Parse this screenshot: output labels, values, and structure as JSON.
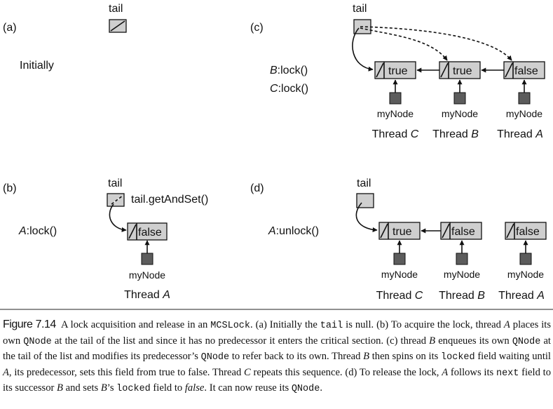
{
  "labels": {
    "tail": "tail",
    "true": "true",
    "false": "false",
    "slash": "/",
    "my_node": "myNode",
    "thread": "Thread",
    "tail_get_and_set": "tail.getAndSet()"
  },
  "panels": {
    "a": {
      "letter": "(a)",
      "description": "Initially"
    },
    "b": {
      "letter": "(b)",
      "thread": "A",
      "call": ":lock()",
      "node_flag": "false",
      "node_thread": "A"
    },
    "c": {
      "letter": "(c)",
      "calls": [
        {
          "thread": "B",
          "call": ":lock()"
        },
        {
          "thread": "C",
          "call": ":lock()"
        }
      ],
      "nodes": [
        {
          "thread": "C",
          "flag": "true"
        },
        {
          "thread": "B",
          "flag": "true"
        },
        {
          "thread": "A",
          "flag": "false"
        }
      ]
    },
    "d": {
      "letter": "(d)",
      "thread": "A",
      "call": ":unlock()",
      "nodes": [
        {
          "thread": "C",
          "flag": "true"
        },
        {
          "thread": "B",
          "flag": "false"
        },
        {
          "thread": "A",
          "flag": "false"
        }
      ]
    }
  },
  "caption": {
    "figure": "Figure 7.14",
    "segments": [
      {
        "text": "A lock acquisition and release in an ",
        "style": "normal"
      },
      {
        "text": "MCSLock",
        "style": "mono"
      },
      {
        "text": ". (a) Initially the ",
        "style": "normal"
      },
      {
        "text": "tail",
        "style": "mono"
      },
      {
        "text": " is null. (b) To acquire the lock, thread ",
        "style": "normal"
      },
      {
        "text": "A",
        "style": "italic"
      },
      {
        "text": " places its own ",
        "style": "normal"
      },
      {
        "text": "QNode",
        "style": "mono"
      },
      {
        "text": " at the tail of the list and since it has no predecessor it enters the critical section. (c) thread ",
        "style": "normal"
      },
      {
        "text": "B",
        "style": "italic"
      },
      {
        "text": " enqueues its own ",
        "style": "normal"
      },
      {
        "text": "QNode",
        "style": "mono"
      },
      {
        "text": " at the tail of the list and modifies its predecessor’s ",
        "style": "normal"
      },
      {
        "text": "QNode",
        "style": "mono"
      },
      {
        "text": " to refer back to its own. Thread ",
        "style": "normal"
      },
      {
        "text": "B",
        "style": "italic"
      },
      {
        "text": " then spins on its ",
        "style": "normal"
      },
      {
        "text": "locked",
        "style": "mono"
      },
      {
        "text": " field waiting until ",
        "style": "normal"
      },
      {
        "text": "A",
        "style": "italic"
      },
      {
        "text": ", its predecessor, sets this field from true to false. Thread ",
        "style": "normal"
      },
      {
        "text": "C",
        "style": "italic"
      },
      {
        "text": " repeats this sequence. (d) To release the lock, ",
        "style": "normal"
      },
      {
        "text": "A",
        "style": "italic"
      },
      {
        "text": " follows its ",
        "style": "normal"
      },
      {
        "text": "next",
        "style": "mono"
      },
      {
        "text": " field to its successor ",
        "style": "normal"
      },
      {
        "text": "B",
        "style": "italic"
      },
      {
        "text": " and sets ",
        "style": "normal"
      },
      {
        "text": "B",
        "style": "italic"
      },
      {
        "text": "’s ",
        "style": "normal"
      },
      {
        "text": "locked",
        "style": "mono"
      },
      {
        "text": " field to ",
        "style": "normal"
      },
      {
        "text": "false",
        "style": "italic"
      },
      {
        "text": ". It can now reuse its ",
        "style": "normal"
      },
      {
        "text": "QNode",
        "style": "mono"
      },
      {
        "text": ".",
        "style": "normal"
      }
    ]
  }
}
